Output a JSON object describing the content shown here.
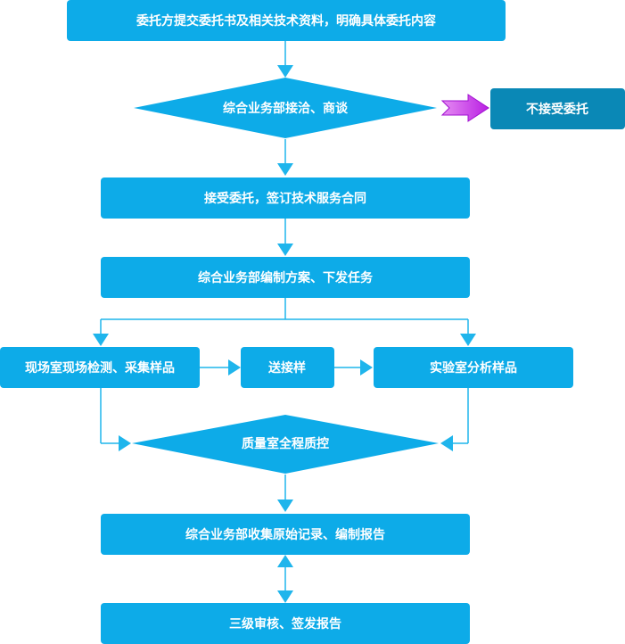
{
  "flow": {
    "step_submit": "委托方提交委托书及相关技术资料，明确具体委托内容",
    "decision_negotiate": "综合业务部接洽、商谈",
    "reject": "不接受委托",
    "step_contract": "接受委托，签订技术服务合同",
    "step_plan": "综合业务部编制方案、下发任务",
    "step_field": "现场室现场检测、采集样品",
    "step_delivery": "送接样",
    "step_lab": "实验室分析样品",
    "decision_qc": "质量室全程质控",
    "step_report": "综合业务部收集原始记录、编制报告",
    "step_review": "三级审核、签发报告"
  },
  "colors": {
    "box": "#0dabe8",
    "reject_box": "#0a88b6",
    "connector": "#1fb5ec",
    "reject_arrow": "#c020e8",
    "text": "#ffffff"
  }
}
